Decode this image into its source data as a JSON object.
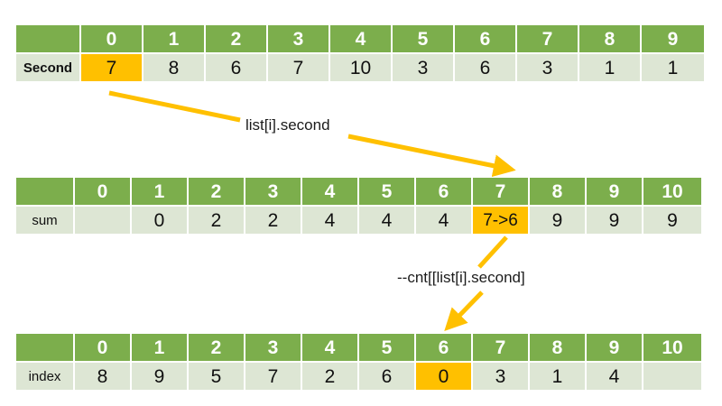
{
  "accent_colors": {
    "header_green": "#7CAE4C",
    "cell_green": "#DDE6D4",
    "highlight_orange": "#FFC000",
    "arrow_orange": "#FFC000",
    "text_dark": "#111111",
    "background": "#FFFFFF"
  },
  "tables": [
    {
      "id": "second-table",
      "label": "Second",
      "label_bold": true,
      "headers": [
        "0",
        "1",
        "2",
        "3",
        "4",
        "5",
        "6",
        "7",
        "8",
        "9"
      ],
      "values": [
        "7",
        "8",
        "6",
        "7",
        "10",
        "3",
        "6",
        "3",
        "1",
        "1"
      ],
      "highlight_index": 0
    },
    {
      "id": "sum-table",
      "label": "sum",
      "label_bold": false,
      "headers": [
        "0",
        "1",
        "2",
        "3",
        "4",
        "5",
        "6",
        "7",
        "8",
        "9",
        "10"
      ],
      "values": [
        "",
        "0",
        "2",
        "2",
        "4",
        "4",
        "4",
        "7->6",
        "9",
        "9",
        "9"
      ],
      "highlight_index": 7
    },
    {
      "id": "index-table",
      "label": "index",
      "label_bold": false,
      "headers": [
        "0",
        "1",
        "2",
        "3",
        "4",
        "5",
        "6",
        "7",
        "8",
        "9",
        "10"
      ],
      "values": [
        "8",
        "9",
        "5",
        "7",
        "2",
        "6",
        "0",
        "3",
        "1",
        "4",
        ""
      ],
      "highlight_index": 6
    }
  ],
  "annotations": [
    {
      "id": "note-list-second",
      "text": "list[i].second"
    },
    {
      "id": "note-cnt-decrement",
      "text": "--cnt[[list[i].second]"
    }
  ],
  "arrows": [
    {
      "id": "arrow-second-to-note",
      "kind": "line"
    },
    {
      "id": "arrow-note-to-sum",
      "kind": "arrow"
    },
    {
      "id": "arrow-sum-to-note2",
      "kind": "line"
    },
    {
      "id": "arrow-note2-to-index",
      "kind": "arrow"
    }
  ]
}
